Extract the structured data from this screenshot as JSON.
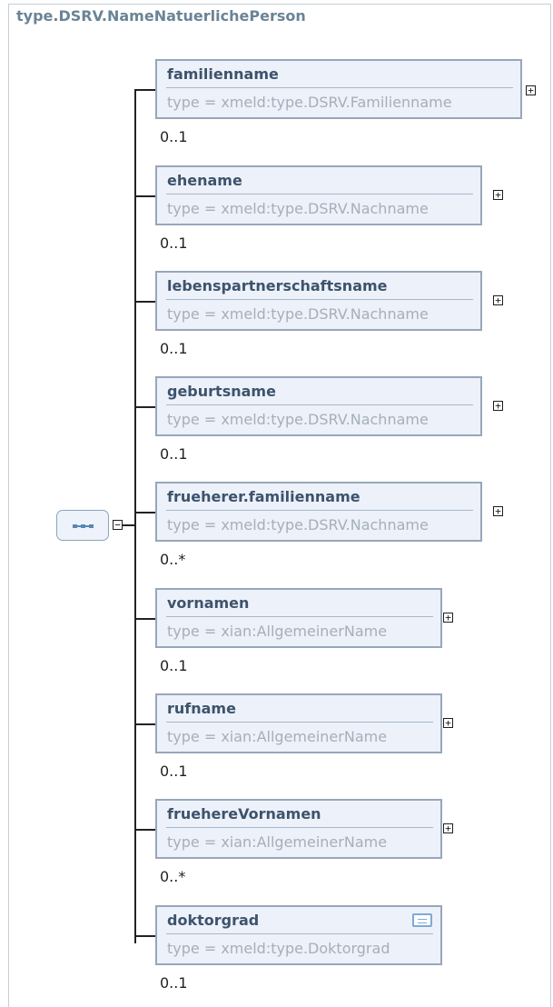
{
  "diagram": {
    "title": "type.DSRV.NameNatuerlichePerson",
    "compositor": {
      "icon": "sequence-icon",
      "toggle": "−"
    },
    "elements": [
      {
        "name": "familienname",
        "type": "type = xmeld:type.DSRV.Familienname",
        "cardinality": "0..1",
        "toggle": "+"
      },
      {
        "name": "ehename",
        "type": "type = xmeld:type.DSRV.Nachname",
        "cardinality": "0..1",
        "toggle": "+"
      },
      {
        "name": "lebenspartnerschaftsname",
        "type": "type = xmeld:type.DSRV.Nachname",
        "cardinality": "0..1",
        "toggle": "+"
      },
      {
        "name": "geburtsname",
        "type": "type = xmeld:type.DSRV.Nachname",
        "cardinality": "0..1",
        "toggle": "+"
      },
      {
        "name": "frueherer.familienname",
        "type": "type = xmeld:type.DSRV.Nachname",
        "cardinality": "0..*",
        "toggle": "+"
      },
      {
        "name": "vornamen",
        "type": "type = xian:AllgemeinerName",
        "cardinality": "0..1",
        "toggle": "+"
      },
      {
        "name": "rufname",
        "type": "type = xian:AllgemeinerName",
        "cardinality": "0..1",
        "toggle": "+"
      },
      {
        "name": "fruehereVornamen",
        "type": "type = xian:AllgemeinerName",
        "cardinality": "0..*",
        "toggle": "+"
      },
      {
        "name": "doktorgrad",
        "type": "type = xmeld:type.Doktorgrad",
        "cardinality": "0..1",
        "icon": "documentation-icon"
      }
    ],
    "colors": {
      "box_border": "#97a7b9",
      "box_fill": "#edf1fa",
      "name_text": "#3d536c",
      "type_text": "#a5afba",
      "title_text": "#6a8496"
    }
  }
}
